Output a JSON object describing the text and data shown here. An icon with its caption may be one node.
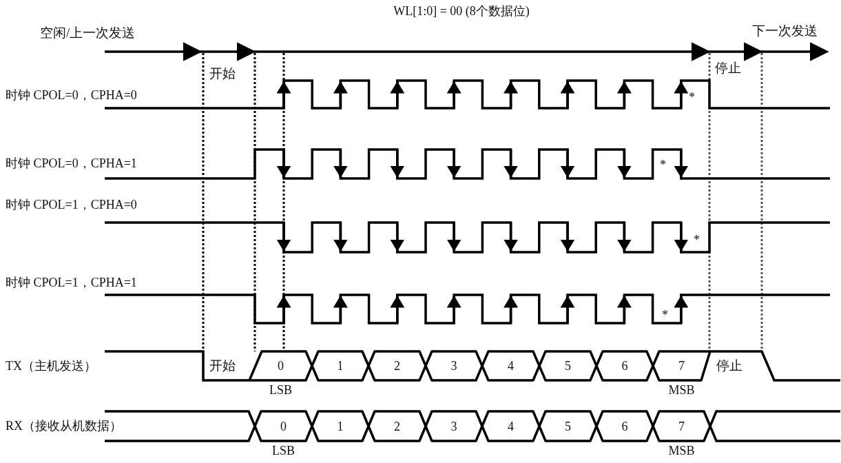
{
  "diagram": {
    "title": "WL[1:0] = 00 (8个数据位)",
    "nodes": [
      {
        "text": [
          "0"
        ],
        "beside": [
          "LSB"
        ]
      },
      {
        "text": [
          "1"
        ]
      },
      {
        "text": [
          "2"
        ]
      },
      {
        "text": [
          "3"
        ]
      },
      {
        "text": [
          "4"
        ]
      },
      {
        "text": [
          "5"
        ]
      },
      {
        "text": [
          "6"
        ]
      },
      {
        "text": [
          "7"
        ],
        "beside": [
          "MSB"
        ]
      },
      {
        "text": [
          "0"
        ],
        "beside": [
          "LSB"
        ]
      },
      {
        "text": [
          "1"
        ]
      },
      {
        "text": [
          "2"
        ]
      },
      {
        "text": [
          "3"
        ]
      },
      {
        "text": [
          "4"
        ]
      },
      {
        "text": [
          "5"
        ]
      },
      {
        "text": [
          "6"
        ]
      },
      {
        "text": [
          "7"
        ],
        "beside": [
          "MSB"
        ]
      }
    ],
    "edges": [],
    "labels": [
      "空闲/上一次发送",
      "下一次发送",
      "开始",
      "停止",
      "时钟 CPOL=0，CPHA=0",
      "*",
      "时钟 CPOL=0，CPHA=1",
      "*",
      "时钟 CPOL=1，CPHA=0",
      "*",
      "时钟 CPOL=1，CPHA=1",
      "*",
      "TX（主机发送）",
      "开始",
      "停止",
      "RX（接收从机数据）"
    ]
  }
}
